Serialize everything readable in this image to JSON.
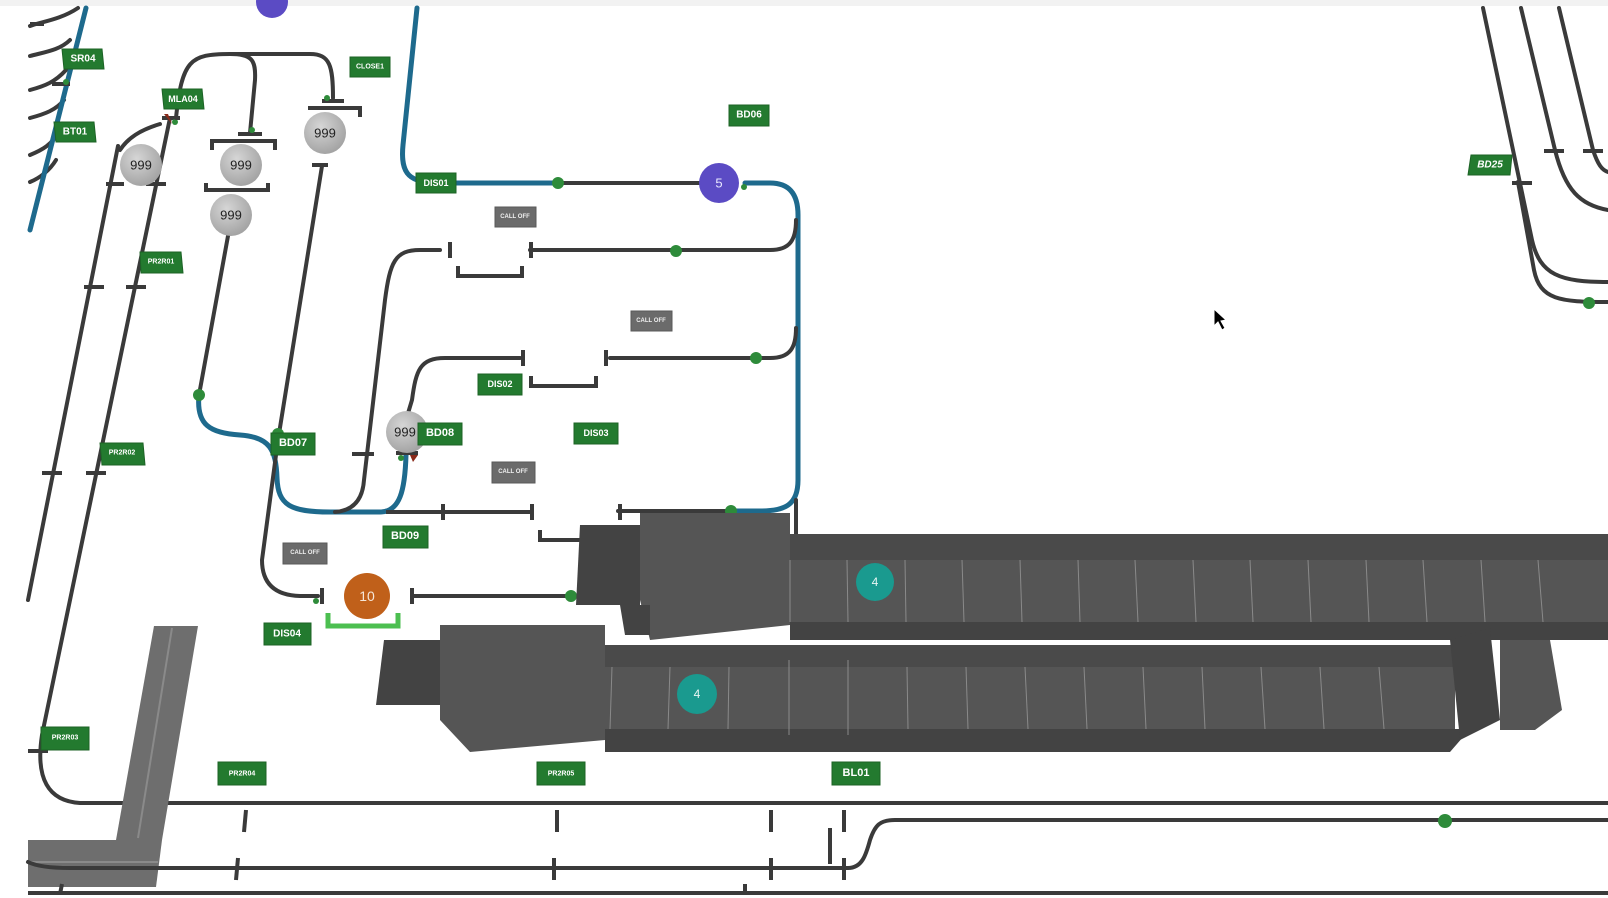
{
  "view": {
    "title": "Track layout 3D view"
  },
  "labels": [
    {
      "id": "SR04",
      "text": "SR04"
    },
    {
      "id": "MLA04",
      "text": "MLA04"
    },
    {
      "id": "CLOSE1",
      "text": "CLOSE1"
    },
    {
      "id": "BT01",
      "text": "BT01"
    },
    {
      "id": "BD06",
      "text": "BD06"
    },
    {
      "id": "DIS01",
      "text": "DIS01"
    },
    {
      "id": "PR2R01",
      "text": "PR2R01"
    },
    {
      "id": "DIS02",
      "text": "DIS02"
    },
    {
      "id": "DIS03",
      "text": "DIS03"
    },
    {
      "id": "BD07",
      "text": "BD07"
    },
    {
      "id": "BD08",
      "text": "BD08"
    },
    {
      "id": "PR2R02",
      "text": "PR2R02"
    },
    {
      "id": "BD09",
      "text": "BD09"
    },
    {
      "id": "DIS04",
      "text": "DIS04"
    },
    {
      "id": "PR2R03",
      "text": "PR2R03"
    },
    {
      "id": "PR2R04",
      "text": "PR2R04"
    },
    {
      "id": "PR2R05",
      "text": "PR2R05"
    },
    {
      "id": "BL01",
      "text": "BL01"
    },
    {
      "id": "BD25",
      "text": "BD25"
    }
  ],
  "calloff_buttons": [
    {
      "label": "CALL OFF"
    },
    {
      "label": "CALL OFF"
    },
    {
      "label": "CALL OFF"
    },
    {
      "label": "CALL OFF"
    }
  ],
  "vehicles": [
    {
      "id": "v999a",
      "number": "999",
      "status": "idle",
      "color": "#b5b5b5"
    },
    {
      "id": "v999b",
      "number": "999",
      "status": "idle",
      "color": "#b5b5b5"
    },
    {
      "id": "v999c",
      "number": "999",
      "status": "idle",
      "color": "#b5b5b5"
    },
    {
      "id": "v999d",
      "number": "999",
      "status": "idle",
      "color": "#b5b5b5"
    },
    {
      "id": "v999e",
      "number": "999",
      "status": "idle",
      "color": "#b5b5b5"
    },
    {
      "id": "v5",
      "number": "5",
      "status": "active",
      "color": "#5b4bc4"
    },
    {
      "id": "v10",
      "number": "10",
      "status": "loading",
      "color": "#c0601a"
    },
    {
      "id": "v4a",
      "number": "4",
      "status": "in-bay",
      "color": "#1a9a8f"
    },
    {
      "id": "v4b",
      "number": "4",
      "status": "in-bay",
      "color": "#1a9a8f"
    }
  ],
  "colors": {
    "label_green": "#237a2f",
    "node_green": "#2e8b3a",
    "route_blue": "#1e6a8d",
    "track": "#3a3a3a",
    "calloff_gray": "#6b6b6b"
  }
}
